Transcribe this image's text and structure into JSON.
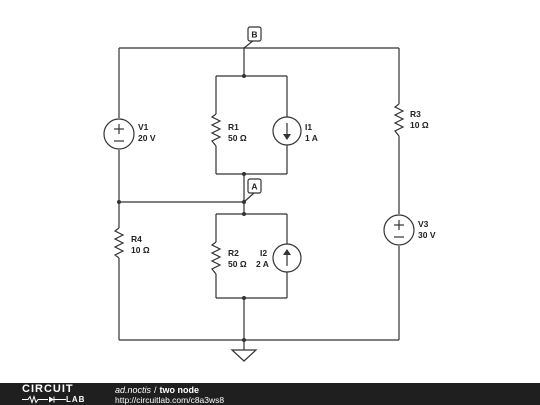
{
  "components": {
    "V1": {
      "name": "V1",
      "value": "20 V"
    },
    "V3": {
      "name": "V3",
      "value": "30 V"
    },
    "R1": {
      "name": "R1",
      "value": "50 Ω"
    },
    "R2": {
      "name": "R2",
      "value": "50 Ω"
    },
    "R3": {
      "name": "R3",
      "value": "10 Ω"
    },
    "R4": {
      "name": "R4",
      "value": "10 Ω"
    },
    "I1": {
      "name": "I1",
      "value": "1 A"
    },
    "I2": {
      "name": "I2",
      "value": "2 A"
    }
  },
  "nodes": {
    "A": "A",
    "B": "B"
  },
  "symbols": {
    "plus": "+",
    "minus": "−"
  },
  "footer": {
    "logo_top": "CIRCUIT",
    "logo_bottom": "LAB",
    "author": "ad.noctis",
    "separator": "/",
    "title": "two node",
    "url": "http://circuitlab.com/c8a3ws8"
  }
}
